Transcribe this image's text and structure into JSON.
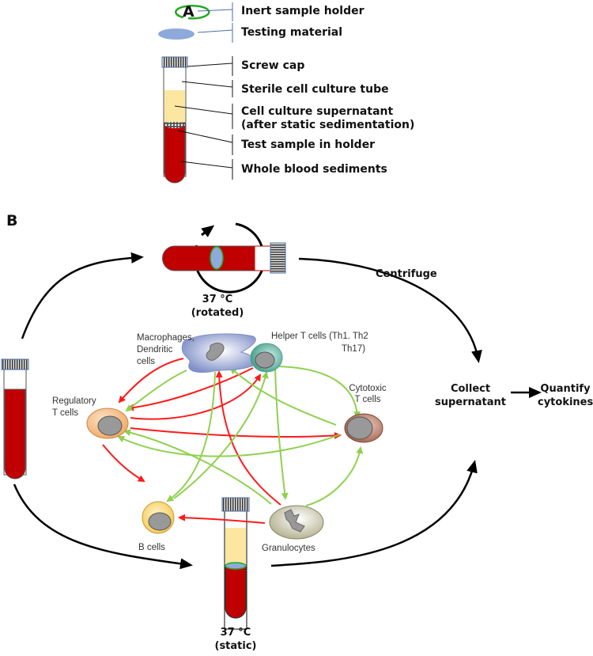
{
  "panel_a": {
    "label": "A",
    "legend": [
      {
        "icon": "ring-icon",
        "text": "Inert sample holder"
      },
      {
        "icon": "ellipse-icon",
        "text": "Testing material"
      },
      {
        "icon": "screw-cap-icon",
        "text": "Screw cap"
      },
      {
        "icon": "tube-icon",
        "text": "Sterile cell culture tube"
      },
      {
        "icon": "supernatant-icon",
        "text": "Cell culture supernatant"
      },
      {
        "icon": "supernatant-icon",
        "text": "(after static sedimentation)"
      },
      {
        "icon": "sample-icon",
        "text": "Test sample in holder"
      },
      {
        "icon": "blood-icon",
        "text": "Whole blood sediments"
      }
    ]
  },
  "panel_b": {
    "label": "B",
    "rotated": {
      "temp": "37 °C",
      "mode": "(rotated)"
    },
    "static": {
      "temp": "37 °C",
      "mode": "(static)"
    },
    "centrifuge": "Centrifuge",
    "collect": {
      "line1": "Collect",
      "line2": "supernatant"
    },
    "quantify": {
      "line1": "Quantify",
      "line2": "cytokines"
    },
    "cells": {
      "macrophages": [
        "Macrophages,",
        "Dendritic",
        "cells"
      ],
      "helper": [
        "Helper T cells (Th1. Th2",
        "Th17)"
      ],
      "regulatory": [
        "Regulatory",
        "T cells"
      ],
      "cytotoxic": [
        "Cytotoxic",
        "T cells"
      ],
      "bcells": [
        "B cells"
      ],
      "granulocytes": [
        "Granulocytes"
      ]
    }
  },
  "colors": {
    "blood": "#c00000",
    "supernatant": "#fde7a0",
    "holder_ring": "#22aa22",
    "testing_material": "#8ea9db",
    "activation_arrow": "#8fd14f",
    "inhibition_arrow": "#ff1a1a",
    "flow_arrow": "#000000"
  }
}
